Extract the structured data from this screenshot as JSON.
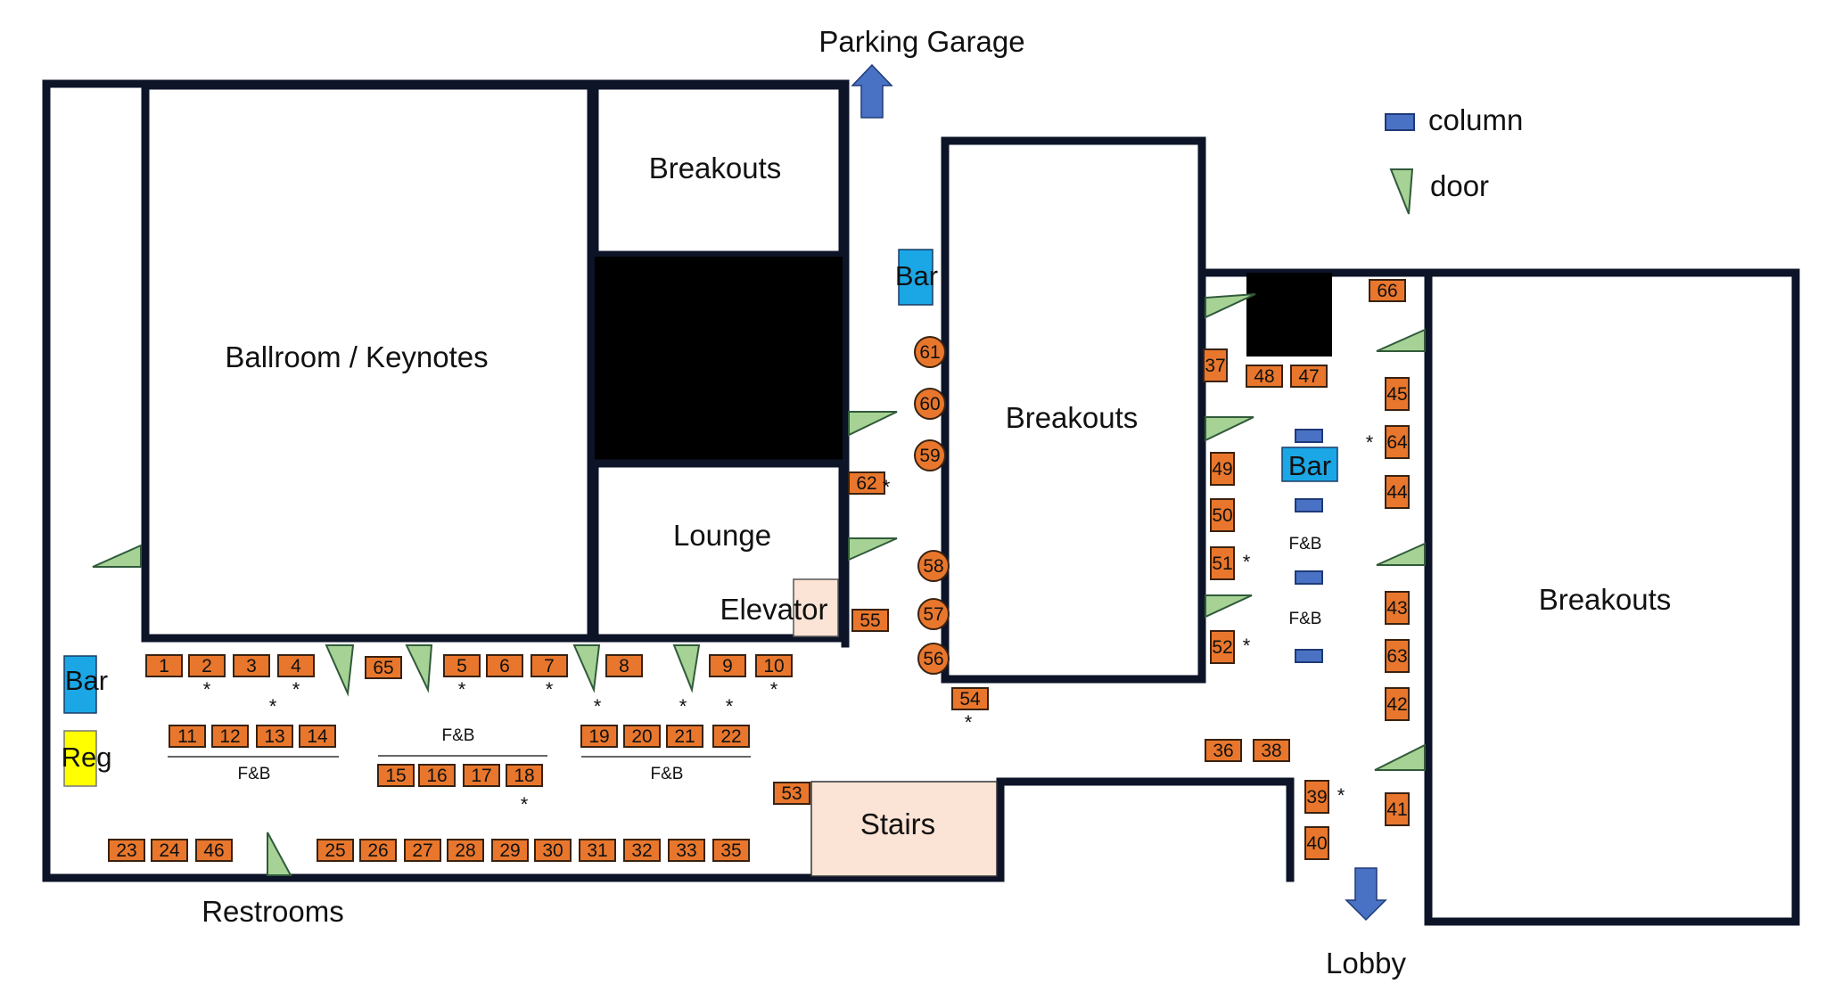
{
  "labels": {
    "parking_garage": "Parking Garage",
    "lobby": "Lobby",
    "restrooms": "Restrooms",
    "ballroom": "Ballroom / Keynotes",
    "breakouts_top": "Breakouts",
    "breakouts_center": "Breakouts",
    "breakouts_right": "Breakouts",
    "lounge": "Lounge",
    "elevator": "Elevator",
    "stairs": "Stairs",
    "bar_left": "Bar",
    "reg": "Reg",
    "bar_top": "Bar",
    "bar_right": "Bar",
    "fb_1": "F&B",
    "fb_2": "F&B",
    "fb_3": "F&B",
    "fb_4": "F&B",
    "fb_5": "F&B"
  },
  "legend": {
    "column": "column",
    "door": "door"
  },
  "booths": [
    "1",
    "2",
    "3",
    "4",
    "5",
    "6",
    "7",
    "8",
    "9",
    "10",
    "11",
    "12",
    "13",
    "14",
    "15",
    "16",
    "17",
    "18",
    "19",
    "20",
    "21",
    "22",
    "23",
    "24",
    "25",
    "26",
    "27",
    "28",
    "29",
    "30",
    "31",
    "32",
    "33",
    "35",
    "36",
    "37",
    "38",
    "39",
    "40",
    "41",
    "42",
    "43",
    "44",
    "45",
    "46",
    "47",
    "48",
    "49",
    "50",
    "51",
    "52",
    "53",
    "54",
    "55",
    "56",
    "57",
    "58",
    "59",
    "60",
    "61",
    "62",
    "63",
    "64",
    "65",
    "66"
  ],
  "starred_booths": [
    "2",
    "4",
    "5",
    "7",
    "10",
    "13",
    "18",
    "19",
    "21",
    "22",
    "39",
    "51",
    "52",
    "54",
    "62",
    "64"
  ],
  "colors": {
    "booth": "#e8772d",
    "bar": "#1ba7e6",
    "reg": "#ffff00",
    "door": "#a6d395",
    "column": "#4a72c4",
    "walls": "#0d1428",
    "blocked": "#000000",
    "elevator_stairs": "#fbe3d5",
    "arrow": "#4a72c4"
  }
}
